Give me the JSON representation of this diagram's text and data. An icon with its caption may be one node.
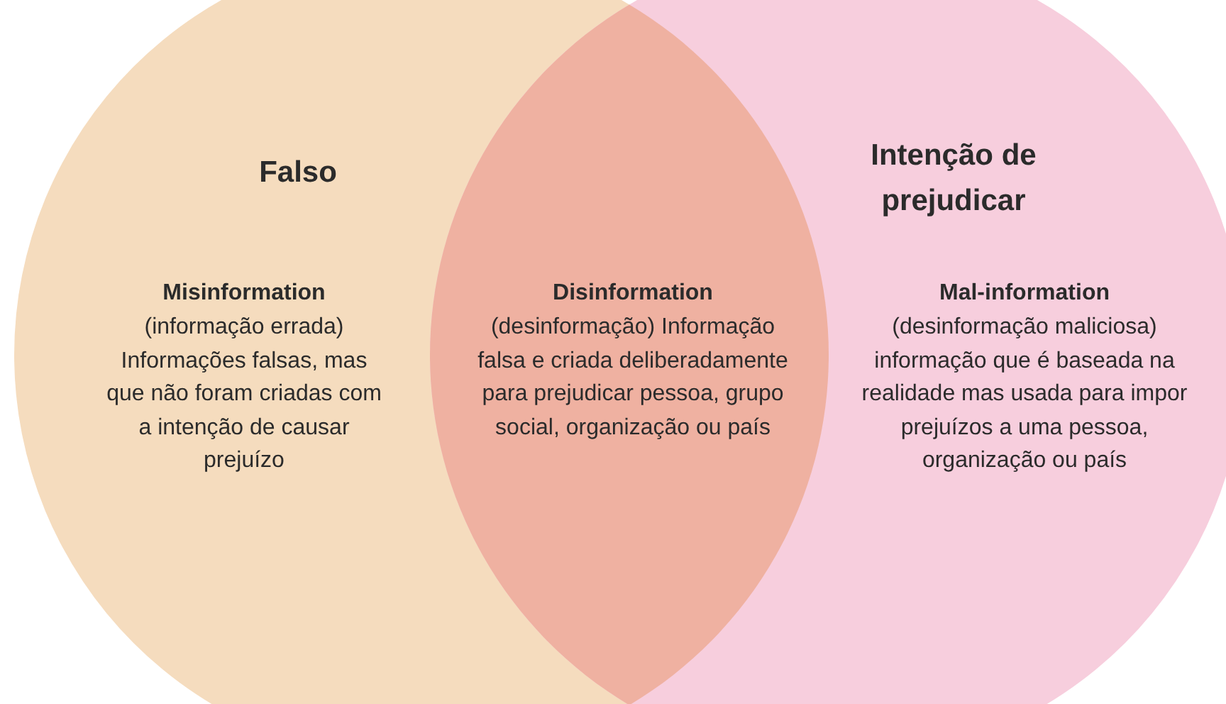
{
  "diagram": {
    "nodes": [
      {
        "text": [
          "Falso",
          "Misinformation",
          "(informação errada) Informações falsas, mas que não foram criadas com a intenção de causar prejuízo"
        ]
      },
      {
        "text": [
          "Disinformation",
          "(desinformação) Informação falsa e criada deliberadamente para prejudicar pessoa, grupo social, organização ou país"
        ]
      },
      {
        "text": [
          "Intenção de prejudicar",
          "Mal-information",
          "(desinformação maliciosa) informação que é baseada na realidade mas usada para impor prejuízos a uma pessoa, organização ou país"
        ]
      }
    ]
  }
}
